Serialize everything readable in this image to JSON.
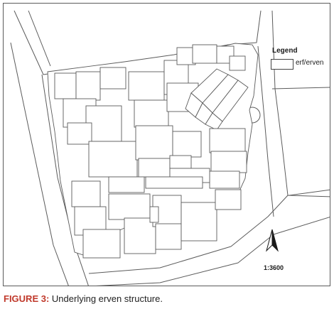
{
  "legend": {
    "title": "Legend",
    "items": [
      {
        "label": "erf/erven"
      }
    ]
  },
  "scale": {
    "ratio": "1:3600",
    "icon": "north-arrow-icon"
  },
  "caption": {
    "label": "FIGURE 3:",
    "text": " Underlying erven structure."
  },
  "colors": {
    "line": "#5b5b5b",
    "fill": "#ffffff",
    "caption_label": "#c0392b"
  }
}
